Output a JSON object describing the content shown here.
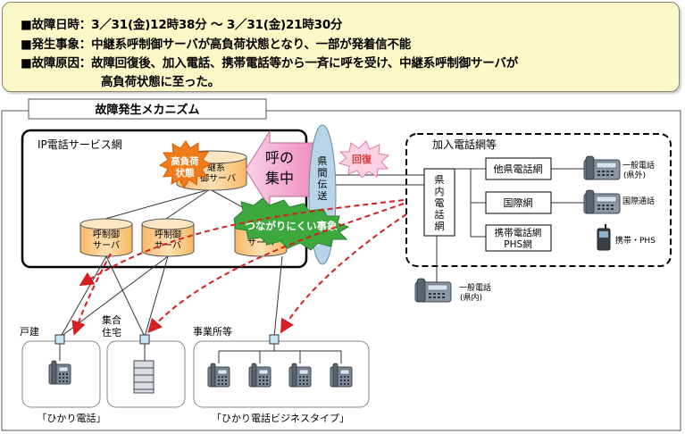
{
  "summary": {
    "date_label": "■故障日時：",
    "date_value": "3／31(金)12時38分 ～ 3／31(金)21時30分",
    "event_label": "■発生事象：",
    "event_value": "中継系呼制御サーバが高負荷状態となり、一部が発着信不能",
    "cause_label": "■故障原因：",
    "cause_value_1": "故障回復後、加入電話、携帯電話等から一斉に呼を受け、中継系呼制御サーバが",
    "cause_value_2": "高負荷状態に至った。"
  },
  "mechanism": {
    "title": "故障発生メカニズム",
    "ip_network_label": "IP電話サービス網",
    "relay_server_label": [
      "継系",
      "御サーバ"
    ],
    "overload_burst": [
      "高負荷",
      "状態"
    ],
    "call_concentration": [
      "呼の",
      "集中"
    ],
    "interpref_link": [
      "県",
      "間",
      "伝",
      "送"
    ],
    "recovery_label": "回復",
    "call_servers": [
      "呼制御\nサーバ",
      "呼制御\nサーバ",
      "サーバ"
    ],
    "hard_to_connect": "つながりにくい事象",
    "subscriber_network_label": "加入電話網等",
    "intrapref_network": [
      "県",
      "内",
      "電",
      "話",
      "網"
    ],
    "networks": [
      "他県電話網",
      "国際網",
      "携帯電話網\nPHS網"
    ],
    "endpoints": {
      "outside_pref": [
        "一般電話",
        "(県外)"
      ],
      "international": "国際通話",
      "mobile": "携帯・PHS",
      "inside_pref": [
        "一般電話",
        "(県内)"
      ]
    },
    "sites": {
      "house": "戸建",
      "apartment": [
        "集合",
        "住宅"
      ],
      "office": "事業所等"
    },
    "service_labels": {
      "hikari": "「ひかり電話」",
      "business": "「ひかり電話ビジネスタイプ」"
    }
  },
  "colors": {
    "summary_bg": "#fdf8c8",
    "server_fill": "#fbd39b",
    "red_dashed": "#d42020",
    "call_concentration_pink": "#f5a9d0",
    "hard_to_connect_green": "#3da83d",
    "overload_burst": "#f07d1a"
  }
}
